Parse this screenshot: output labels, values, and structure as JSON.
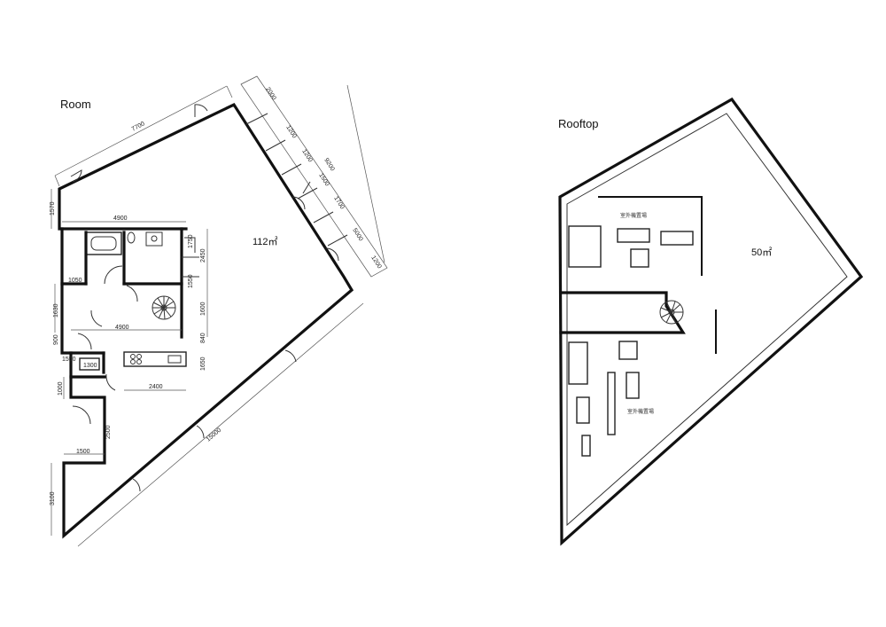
{
  "room": {
    "title": "Room",
    "area": "112㎡",
    "dimensions": {
      "top_diagonal": "7700",
      "right_2000": "2000",
      "right_1200a": "1200",
      "right_1200b": "1200",
      "right_9200": "9200",
      "right_1500": "1500",
      "right_1700": "1700",
      "right_5000": "5000",
      "right_1200c": "1200",
      "left_1570": "1570",
      "kitchen_4900_top": "4900",
      "bath_1750": "1750",
      "bath_2450": "2450",
      "stair_1550": "1550",
      "hall_1050": "1050",
      "hall_1630": "1630",
      "hall_1600": "1600",
      "hall_4900": "4900",
      "hall_900": "900",
      "hall_840": "840",
      "entry_1550": "1550",
      "entry_1300": "1300",
      "entry_1650": "1650",
      "counter_2400": "2400",
      "left_1000": "1000",
      "left_2500": "2500",
      "left_1500": "1500",
      "left_3100": "3100",
      "bottom_15000": "15000"
    }
  },
  "rooftop": {
    "title": "Rooftop",
    "area": "50㎡",
    "label_top": "室外機置場",
    "label_bottom": "室外機置場"
  }
}
